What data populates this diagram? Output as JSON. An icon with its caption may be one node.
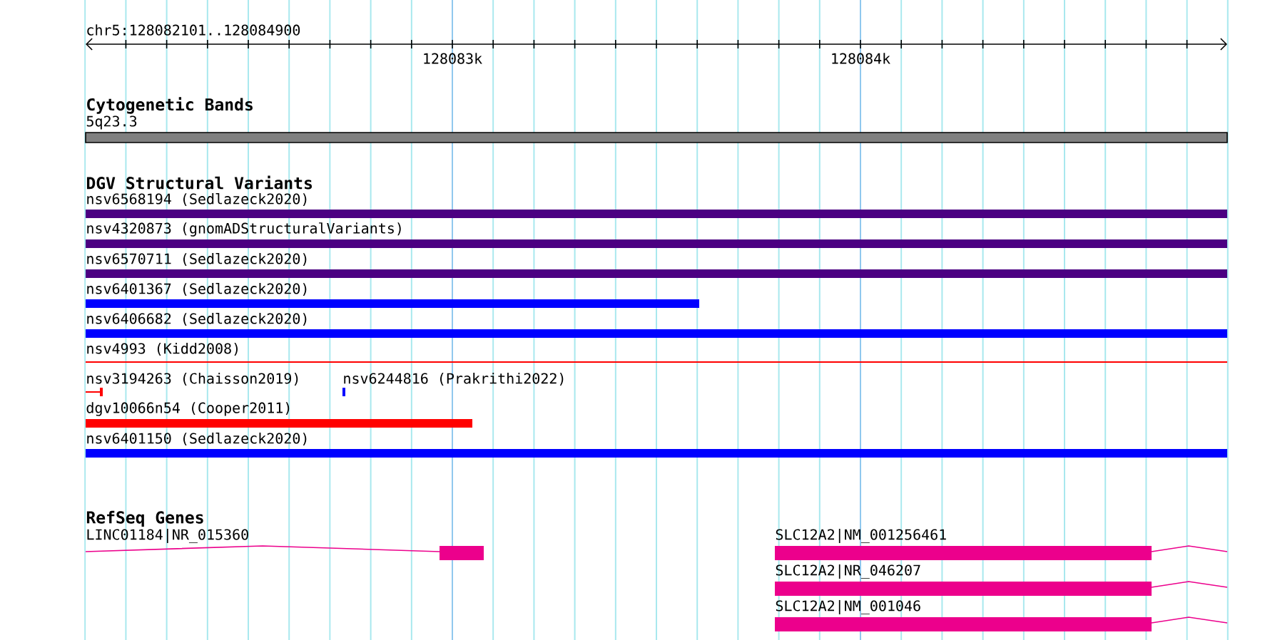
{
  "diagram": {
    "nodes": [
      {
        "text": [
          "5q23.3"
        ]
      },
      {
        "text": [
          "nsv6568194 (Sedlazeck2020)"
        ]
      },
      {
        "text": [
          "nsv4320873 (gnomADStructuralVariants)"
        ]
      },
      {
        "text": [
          "nsv6570711 (Sedlazeck2020)"
        ]
      },
      {
        "text": [
          "nsv6401367 (Sedlazeck2020)"
        ]
      },
      {
        "text": [
          "nsv6406682 (Sedlazeck2020)"
        ]
      },
      {
        "text": [
          "nsv4993 (Kidd2008)"
        ]
      },
      {
        "text": [
          "nsv3194263 (Chaisson2019)"
        ]
      },
      {
        "text": [
          "nsv6244816 (Prakrithi2022)"
        ]
      },
      {
        "text": [
          "dgv10066n54 (Cooper2011)"
        ]
      },
      {
        "text": [
          "nsv6401150 (Sedlazeck2020)"
        ]
      },
      {
        "text": [
          "LINC01184|NR_015360"
        ]
      },
      {
        "text": [
          "SLC12A2|NM_001256461"
        ]
      },
      {
        "text": [
          "SLC12A2|NR_046207"
        ]
      },
      {
        "text": [
          "SLC12A2|NM_001046"
        ]
      }
    ],
    "labels": [
      "chr5:128082101..128084900",
      "128083k",
      "128084k",
      "Cytogenetic Bands",
      "DGV Structural Variants",
      "RefSeq Genes"
    ]
  }
}
